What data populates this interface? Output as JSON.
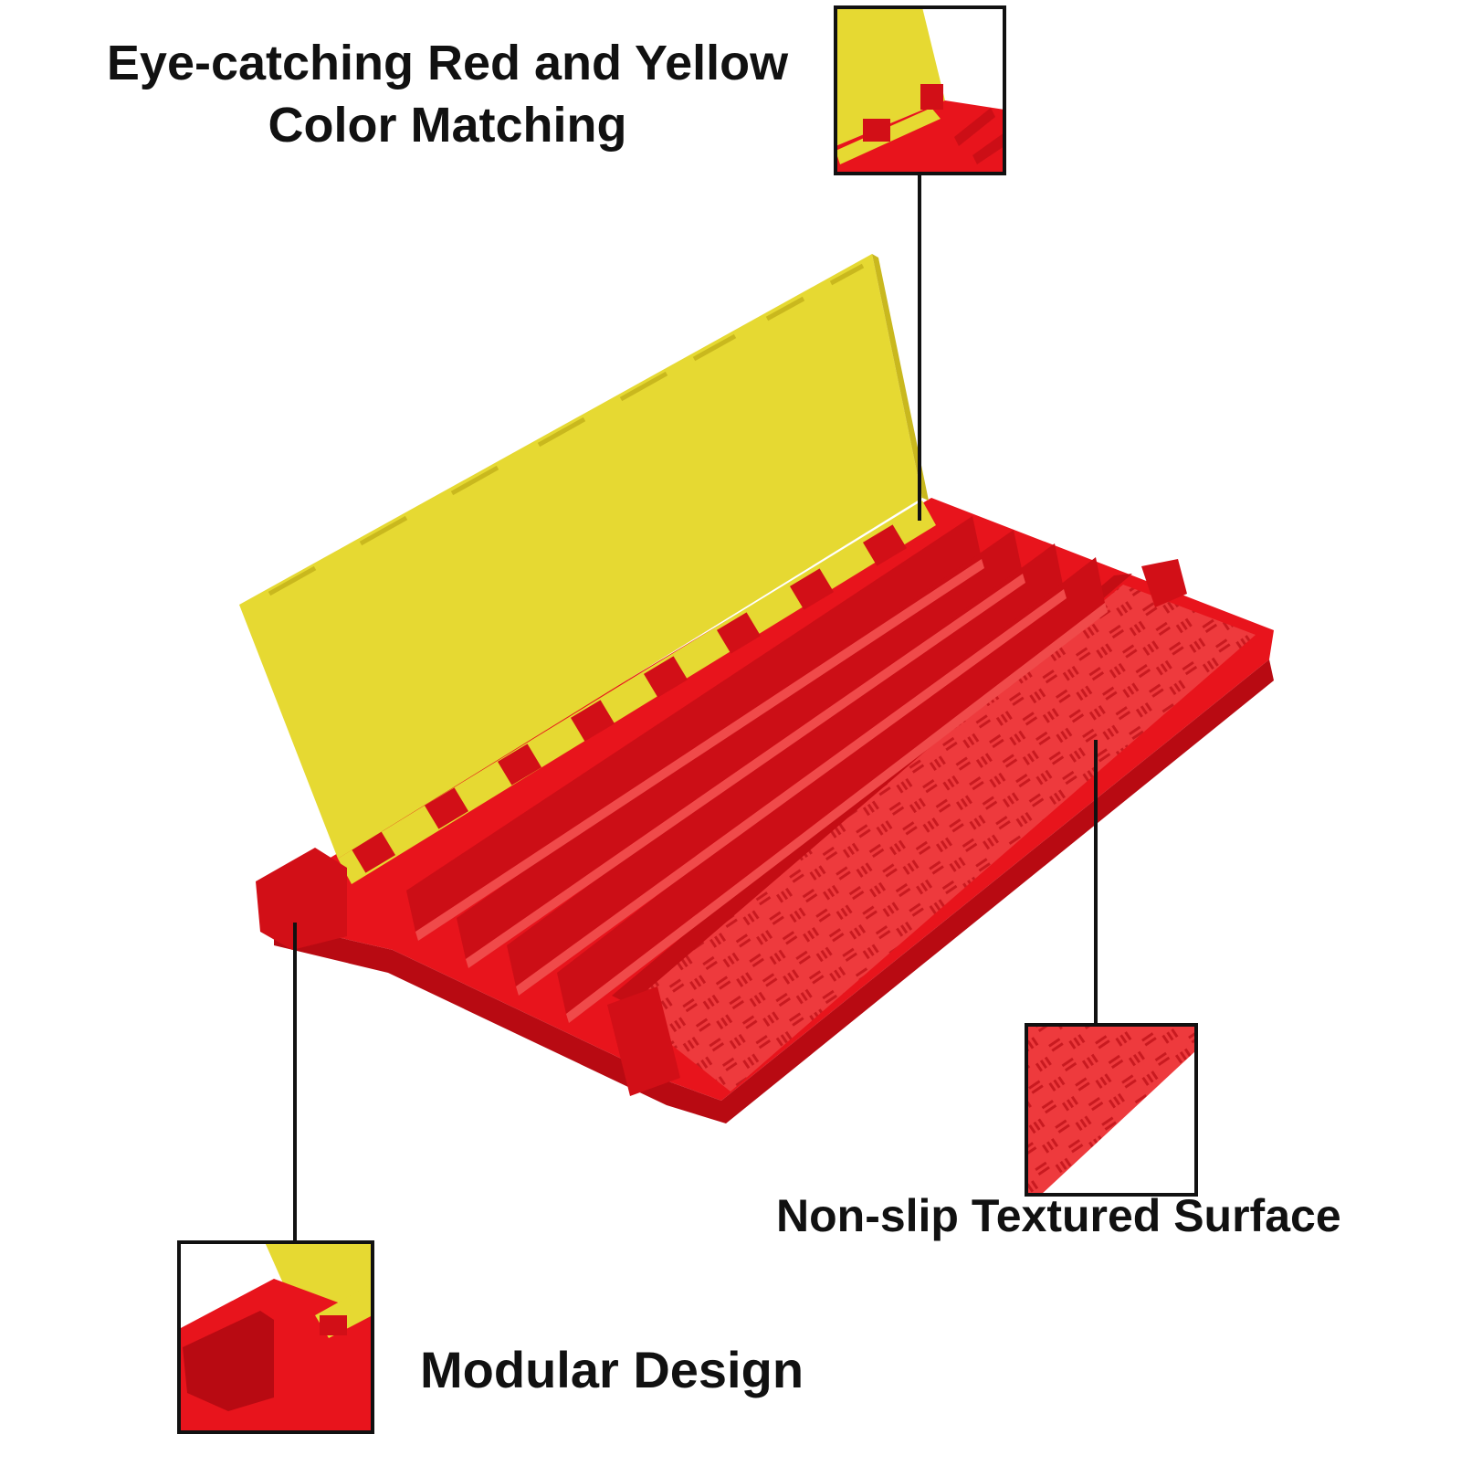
{
  "callouts": {
    "color": {
      "line1": "Eye-catching Red and Yellow",
      "line2": "Color Matching"
    },
    "surface": {
      "label": "Non-slip Textured Surface"
    },
    "modular": {
      "label": "Modular Design"
    }
  },
  "colors": {
    "background": "#ffffff",
    "red": "#e8141c",
    "red_dark": "#b80a12",
    "red_light": "#f04a4a",
    "yellow": "#e6d932",
    "yellow_dark": "#c9b81e",
    "outline": "#111111"
  }
}
